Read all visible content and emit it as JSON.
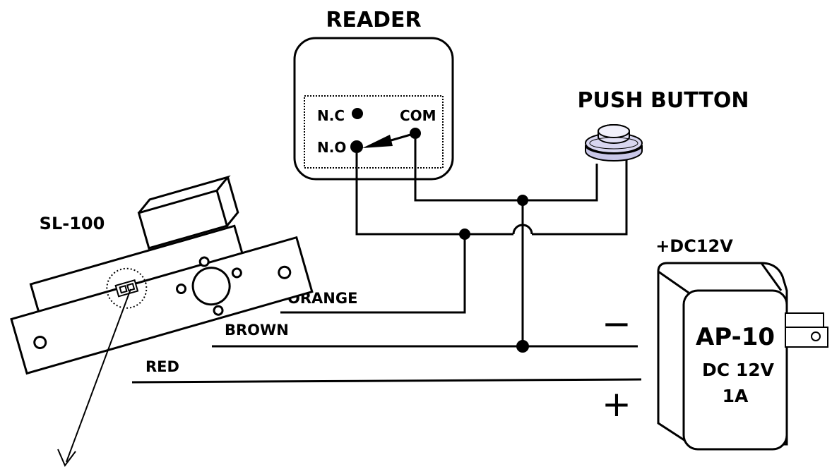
{
  "labels": {
    "reader": "READER",
    "push_button": "PUSH BUTTON",
    "lock_model": "SL-100",
    "supply_voltage": "+DC12V",
    "terminal_nc": "N.C",
    "terminal_no": "N.O",
    "terminal_com": "COM",
    "wire_orange": "ORANGE",
    "wire_brown": "BROWN",
    "wire_red": "RED",
    "minus_sign": "−",
    "plus_sign": "+",
    "adapter_model": "AP-10",
    "adapter_voltage": "DC 12V",
    "adapter_current": "1A"
  }
}
